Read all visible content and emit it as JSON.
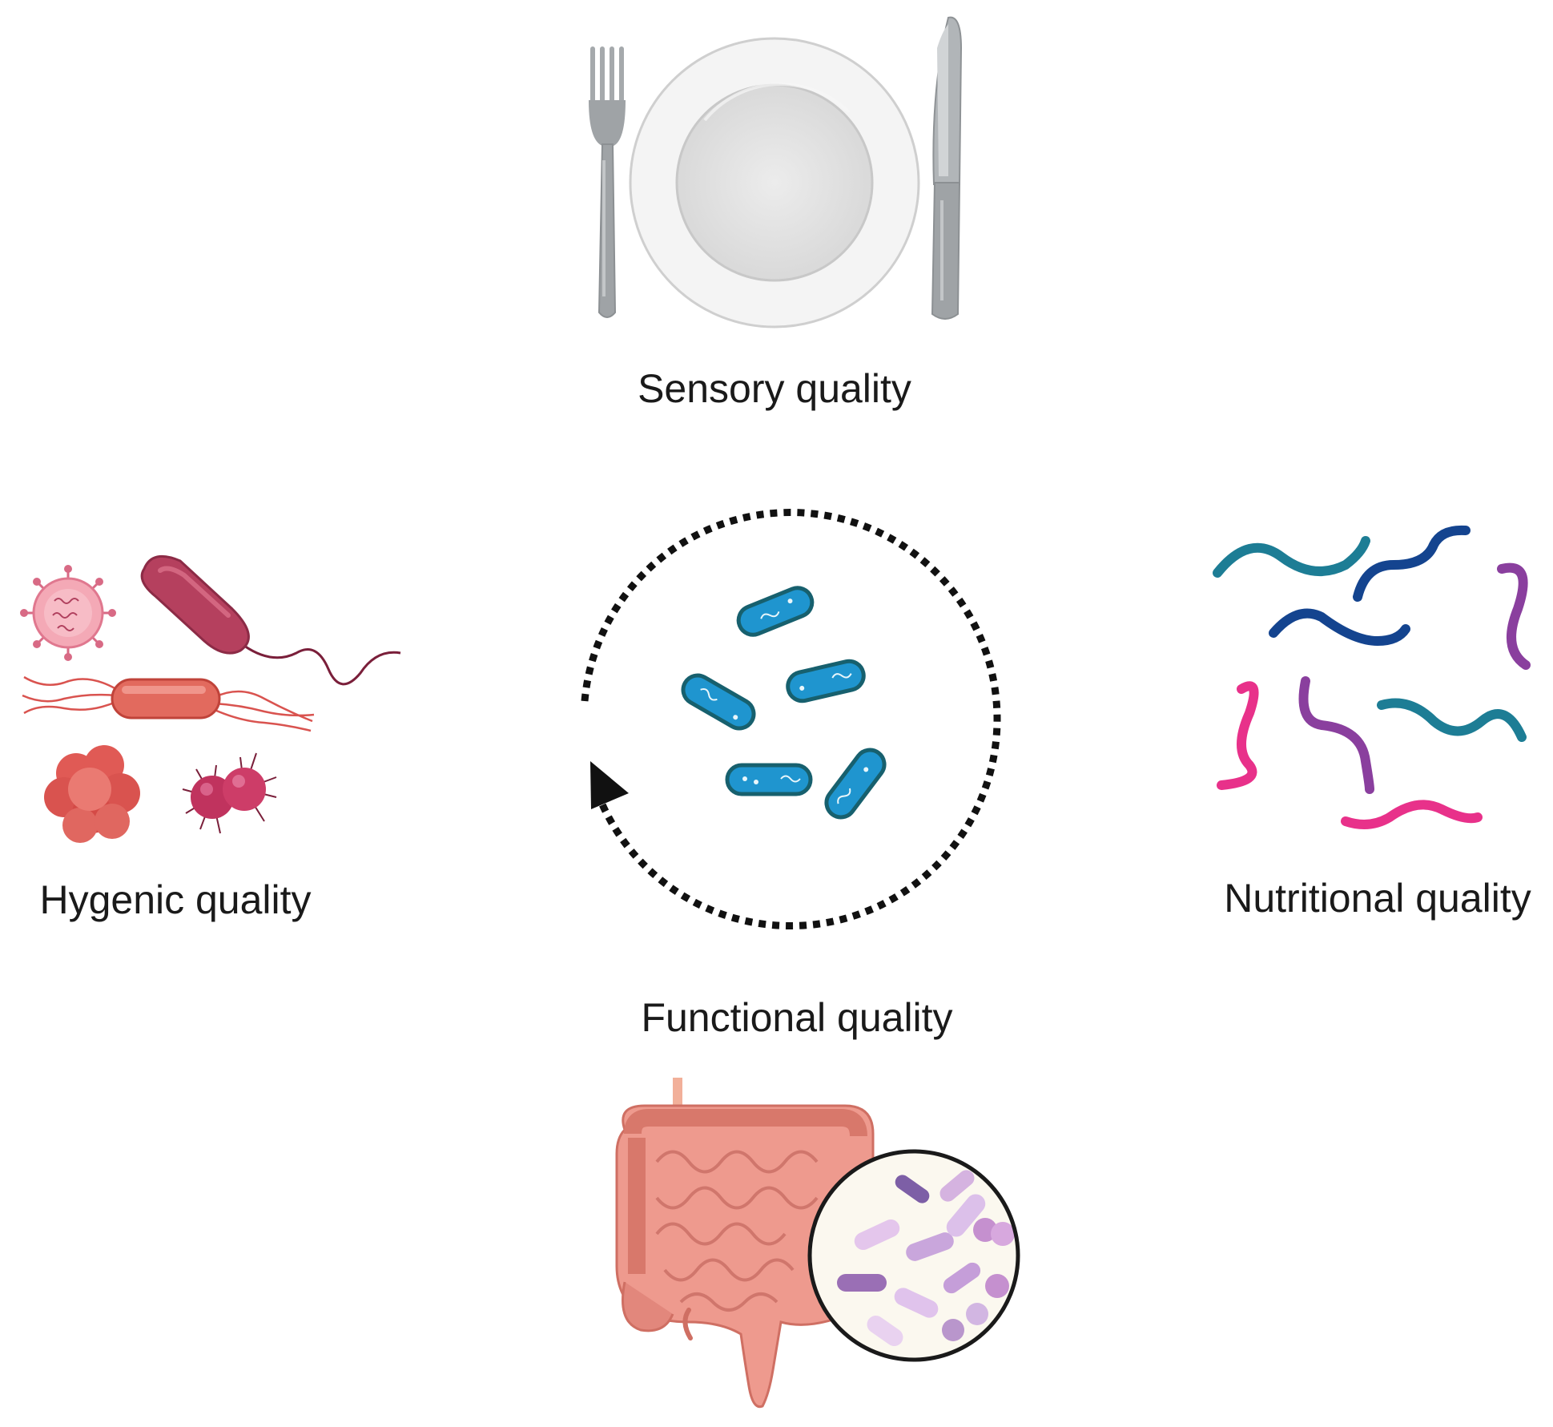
{
  "labels": {
    "sensory": "Sensory quality",
    "hygenic": "Hygenic quality",
    "nutritional": "Nutritional quality",
    "functional": "Functional quality"
  },
  "colors": {
    "plate": "#e3e3e3",
    "cutlery": "#9fa3a6",
    "probiotic": "#1f95cf",
    "probiotic_outline": "#17606e",
    "pathogen_red": "#d9534f",
    "pathogen_dark": "#b5405e",
    "strand_teal": "#1d7d95",
    "strand_navy": "#14448f",
    "strand_purple": "#8a3f9e",
    "strand_pink": "#e8318a",
    "intestine": "#ef9a93",
    "microbe_lens": "#fbf8ef"
  },
  "icons": [
    "plate-icon",
    "fork-icon",
    "knife-icon",
    "virus-icon",
    "bacterium-icon",
    "cocci-cluster-icon",
    "probiotic-bacteria-icon",
    "cycle-arrow-icon",
    "nutrient-strands-icon",
    "intestine-icon",
    "microbiome-lens-icon"
  ]
}
